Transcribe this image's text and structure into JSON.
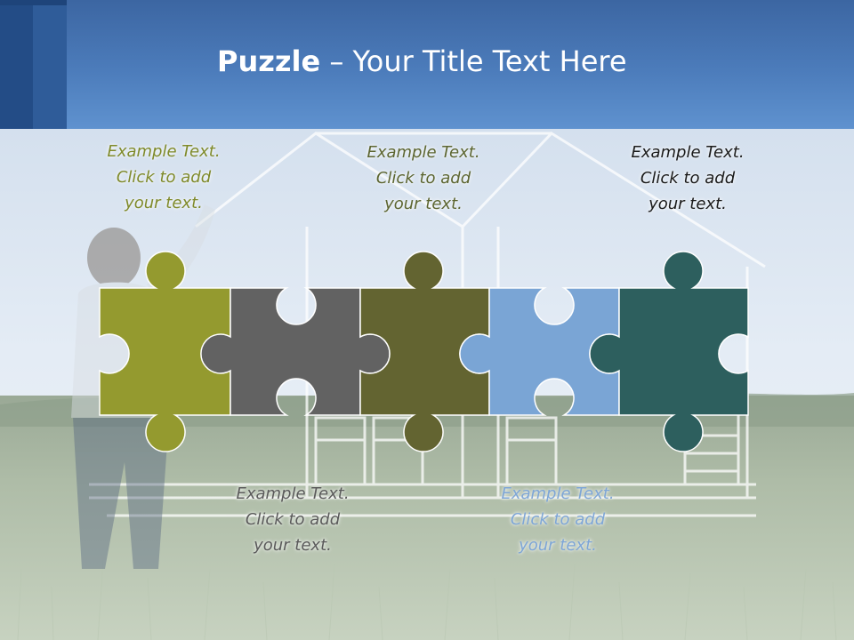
{
  "slide": {
    "title_bold": "Puzzle",
    "title_rest": " – Your Title Text Here"
  },
  "labels": [
    {
      "text": "Example Text.\nClick  to add\nyour text.",
      "color": "#7f8a2a"
    },
    {
      "text": "Example Text.\nClick  to add\nyour text.",
      "color": "#5a5a5a"
    },
    {
      "text": "Example Text.\nClick  to add\nyour text.",
      "color": "#5c6530"
    },
    {
      "text": "Example Text.\nClick  to add\nyour text.",
      "color": "#7ea6d6"
    },
    {
      "text": "Example Text.\nClick  to add\nyour text.",
      "color": "#1a1a1a"
    }
  ],
  "pieces": [
    {
      "name": "puzzle-piece-1",
      "color": "#949a2f"
    },
    {
      "name": "puzzle-piece-2",
      "color": "#626262"
    },
    {
      "name": "puzzle-piece-3",
      "color": "#636431"
    },
    {
      "name": "puzzle-piece-4",
      "color": "#7aa5d5"
    },
    {
      "name": "puzzle-piece-5",
      "color": "#2d5f5e"
    }
  ]
}
